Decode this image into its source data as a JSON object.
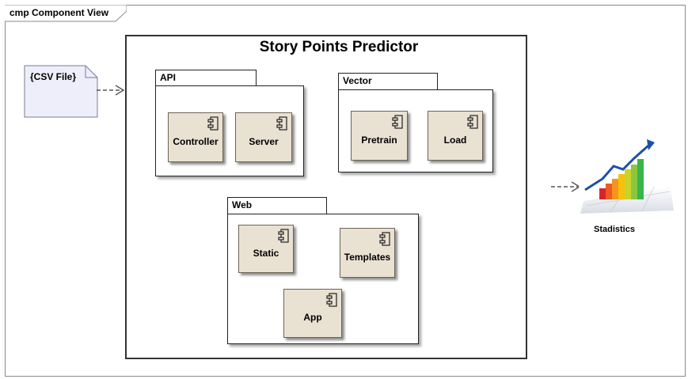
{
  "frame": {
    "label": "cmp Component View"
  },
  "note": {
    "label": "{CSV File}"
  },
  "system": {
    "title": "Story Points Predictor"
  },
  "packages": [
    {
      "label": "API",
      "components": [
        "Controller",
        "Server"
      ]
    },
    {
      "label": "Vector",
      "components": [
        "Pretrain",
        "Load"
      ]
    },
    {
      "label": "Web",
      "components": [
        "Static",
        "Templates",
        "App"
      ]
    }
  ],
  "output": {
    "label": "Stadistics",
    "icon": "growth-bar-chart-icon"
  },
  "colors": {
    "component_fill": "#e9e1d2",
    "note_fill": "#eeeefa",
    "arrow": "#555555"
  }
}
